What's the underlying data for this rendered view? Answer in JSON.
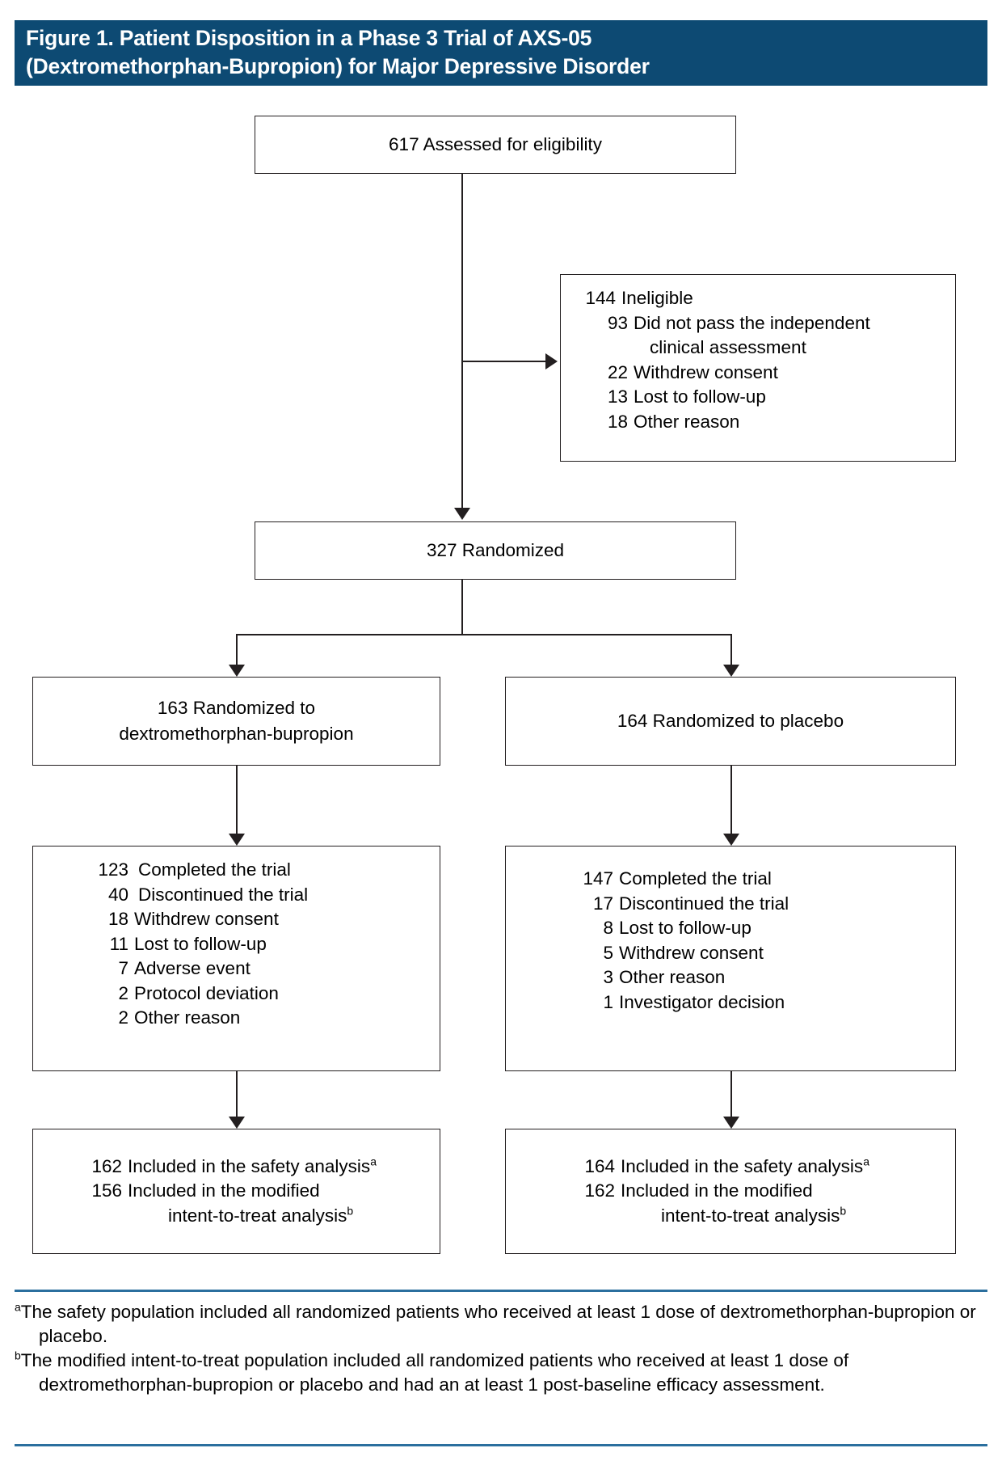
{
  "header": {
    "title": "Figure 1. Patient Disposition in a Phase 3 Trial of AXS-05\n(Dextromethorphan-Bupropion) for Major Depressive Disorder",
    "background_color": "#0d4a73",
    "text_color": "#ffffff"
  },
  "diagram": {
    "type": "consort-flow-diagram",
    "assessed": {
      "label": "617 Assessed for eligibility",
      "count": 617
    },
    "ineligible": {
      "title_num": "144",
      "title_txt": "Ineligible",
      "count": 144,
      "reasons": [
        {
          "num": "93",
          "txt": "Did not pass the independent",
          "cont": "clinical assessment",
          "count": 93
        },
        {
          "num": "22",
          "txt": "Withdrew consent",
          "count": 22
        },
        {
          "num": "13",
          "txt": "Lost to follow-up",
          "count": 13
        },
        {
          "num": "18",
          "txt": "Other reason",
          "count": 18
        }
      ]
    },
    "randomized": {
      "label": "327 Randomized",
      "count": 327
    },
    "arms": [
      {
        "id": "dextromethorphan-bupropion",
        "allocation": "163 Randomized to\ndextromethorphan-bupropion",
        "allocation_count": 163,
        "disposition": [
          {
            "num": "123",
            "txt": "Completed the trial",
            "count": 123
          },
          {
            "num": "40",
            "txt": "Discontinued the trial",
            "count": 40
          },
          {
            "num": "18",
            "txt": "Withdrew consent",
            "count": 18
          },
          {
            "num": "11",
            "txt": "Lost to follow-up",
            "count": 11
          },
          {
            "num": "7",
            "txt": "Adverse event",
            "count": 7
          },
          {
            "num": "2",
            "txt": "Protocol deviation",
            "count": 2
          },
          {
            "num": "2",
            "txt": "Other reason",
            "count": 2
          }
        ],
        "analysis": [
          {
            "num": "162",
            "txt": "Included in the safety analysis",
            "sup": "a",
            "count": 162
          },
          {
            "num": "156",
            "txt": "Included in the modified",
            "cont": "intent-to-treat analysis",
            "cont_sup": "b",
            "count": 156
          }
        ]
      },
      {
        "id": "placebo",
        "allocation": "164 Randomized to placebo",
        "allocation_count": 164,
        "disposition": [
          {
            "num": "147",
            "txt": "Completed the trial",
            "count": 147
          },
          {
            "num": "17",
            "txt": "Discontinued the trial",
            "count": 17
          },
          {
            "num": "8",
            "txt": "Lost to follow-up",
            "count": 8
          },
          {
            "num": "5",
            "txt": "Withdrew consent",
            "count": 5
          },
          {
            "num": "3",
            "txt": "Other reason",
            "count": 3
          },
          {
            "num": "1",
            "txt": "Investigator decision",
            "count": 1
          }
        ],
        "analysis": [
          {
            "num": "164",
            "txt": "Included in the safety analysis",
            "sup": "a",
            "count": 164
          },
          {
            "num": "162",
            "txt": "Included in the modified",
            "cont": "intent-to-treat analysis",
            "cont_sup": "b",
            "count": 162
          }
        ]
      }
    ]
  },
  "footnotes": [
    {
      "marker": "a",
      "text": "The safety population included all randomized patients who received at least 1 dose of dextromethorphan-bupropion or placebo."
    },
    {
      "marker": "b",
      "text": "The modified intent-to-treat population included all randomized patients who received at least 1 dose of dextromethorphan-bupropion or placebo and had an at least 1 post-baseline efficacy assessment."
    }
  ],
  "colors": {
    "header_blue": "#0d4a73",
    "rule_blue": "#2b6f9e",
    "box_border": "#231f20",
    "page_background": "#ffffff"
  }
}
